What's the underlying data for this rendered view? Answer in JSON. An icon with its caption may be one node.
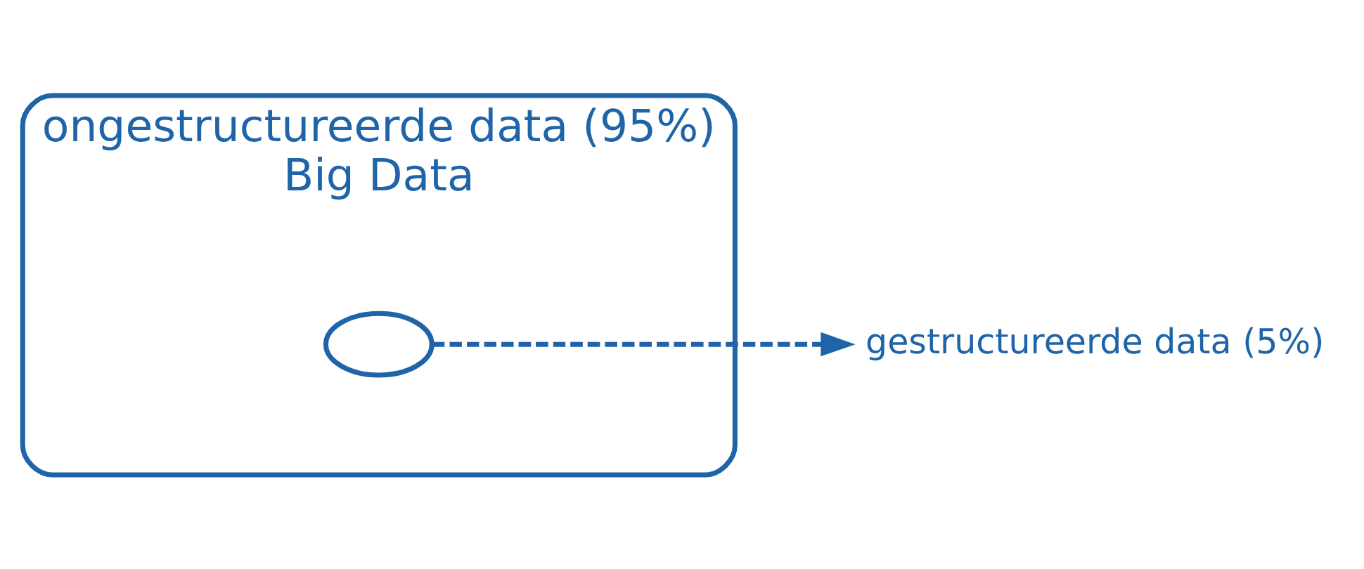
{
  "diagram": {
    "nodes": [
      {
        "text": [
          "ongestructureerde data (95%)",
          "Big Data"
        ]
      },
      {
        "text": [],
        "shape": "ellipse",
        "in": 0
      },
      {
        "text": [
          "gestructureerde data (5%)"
        ]
      }
    ],
    "edges": [
      {
        "from": 1,
        "to": 2,
        "arrow": "to",
        "style": "dashed"
      }
    ]
  }
}
